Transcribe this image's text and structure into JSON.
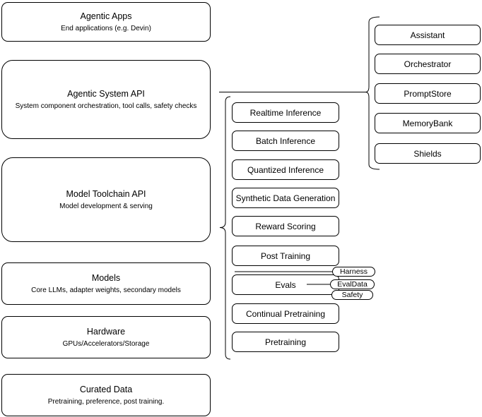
{
  "left_stack": {
    "boxes": [
      {
        "title": "Agentic Apps",
        "subtitle": "End applications (e.g. Devin)"
      },
      {
        "title": "Agentic System API",
        "subtitle": "System component orchestration, tool calls, safety checks"
      },
      {
        "title": "Model Toolchain API",
        "subtitle": "Model development & serving"
      },
      {
        "title": "Models",
        "subtitle": "Core LLMs, adapter weights, secondary models"
      },
      {
        "title": "Hardware",
        "subtitle": "GPUs/Accelerators/Storage"
      },
      {
        "title": "Curated Data",
        "subtitle": "Pretraining, preference, post training."
      }
    ]
  },
  "toolchain_group": {
    "items": [
      "Realtime Inference",
      "Batch Inference",
      "Quantized Inference",
      "Synthetic Data Generation",
      "Reward Scoring",
      "Post Training",
      "Evals",
      "Continual Pretraining",
      "Pretraining"
    ],
    "evals_pills": [
      "Harness",
      "EvalData",
      "Safety"
    ]
  },
  "system_group": {
    "items": [
      "Assistant",
      "Orchestrator",
      "PromptStore",
      "MemoryBank",
      "Shields"
    ]
  },
  "colors": {
    "background": "#ffffff",
    "shape_fill": "#ffffff",
    "stroke": "#000000",
    "text": "#000000"
  }
}
